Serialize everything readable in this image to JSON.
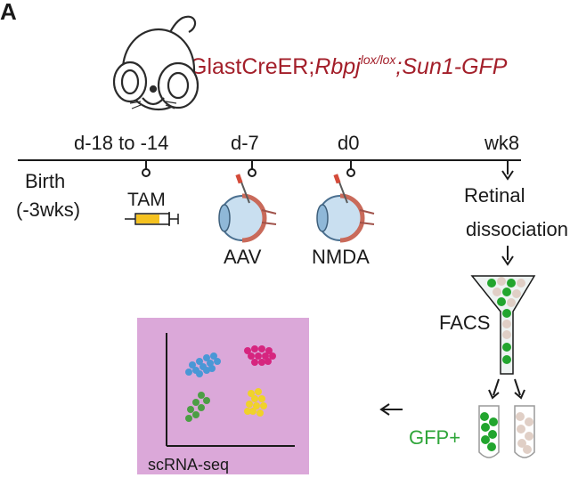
{
  "panel_label": "A",
  "genotype": {
    "part1": "GlastCreER;",
    "part2": "Rbpj",
    "sup": "lox/lox",
    "part3": ";Sun1-GFP"
  },
  "timeline": {
    "birth": "Birth",
    "birth_sub": "(-3wks)",
    "points": [
      {
        "time": "d-18 to -14",
        "label": "TAM"
      },
      {
        "time": "d-7",
        "label": "AAV"
      },
      {
        "time": "d0",
        "label": "NMDA"
      },
      {
        "time": "wk8",
        "label": "Retinal",
        "label2": "dissociation"
      }
    ]
  },
  "facs_label": "FACS",
  "gfp_label": "GFP+",
  "scrna_label": "scRNA-seq",
  "colors": {
    "genotype": "#a31f2a",
    "gfp_green": "#22a52e",
    "neg_cell": "#e0cfc6",
    "scrna_bg": "#dba8d9",
    "cluster_blue": "#4a97d6",
    "cluster_magenta": "#d6257f",
    "cluster_green": "#4c9e45",
    "cluster_yellow": "#f0d22a",
    "syringe_fill": "#f5c220"
  }
}
